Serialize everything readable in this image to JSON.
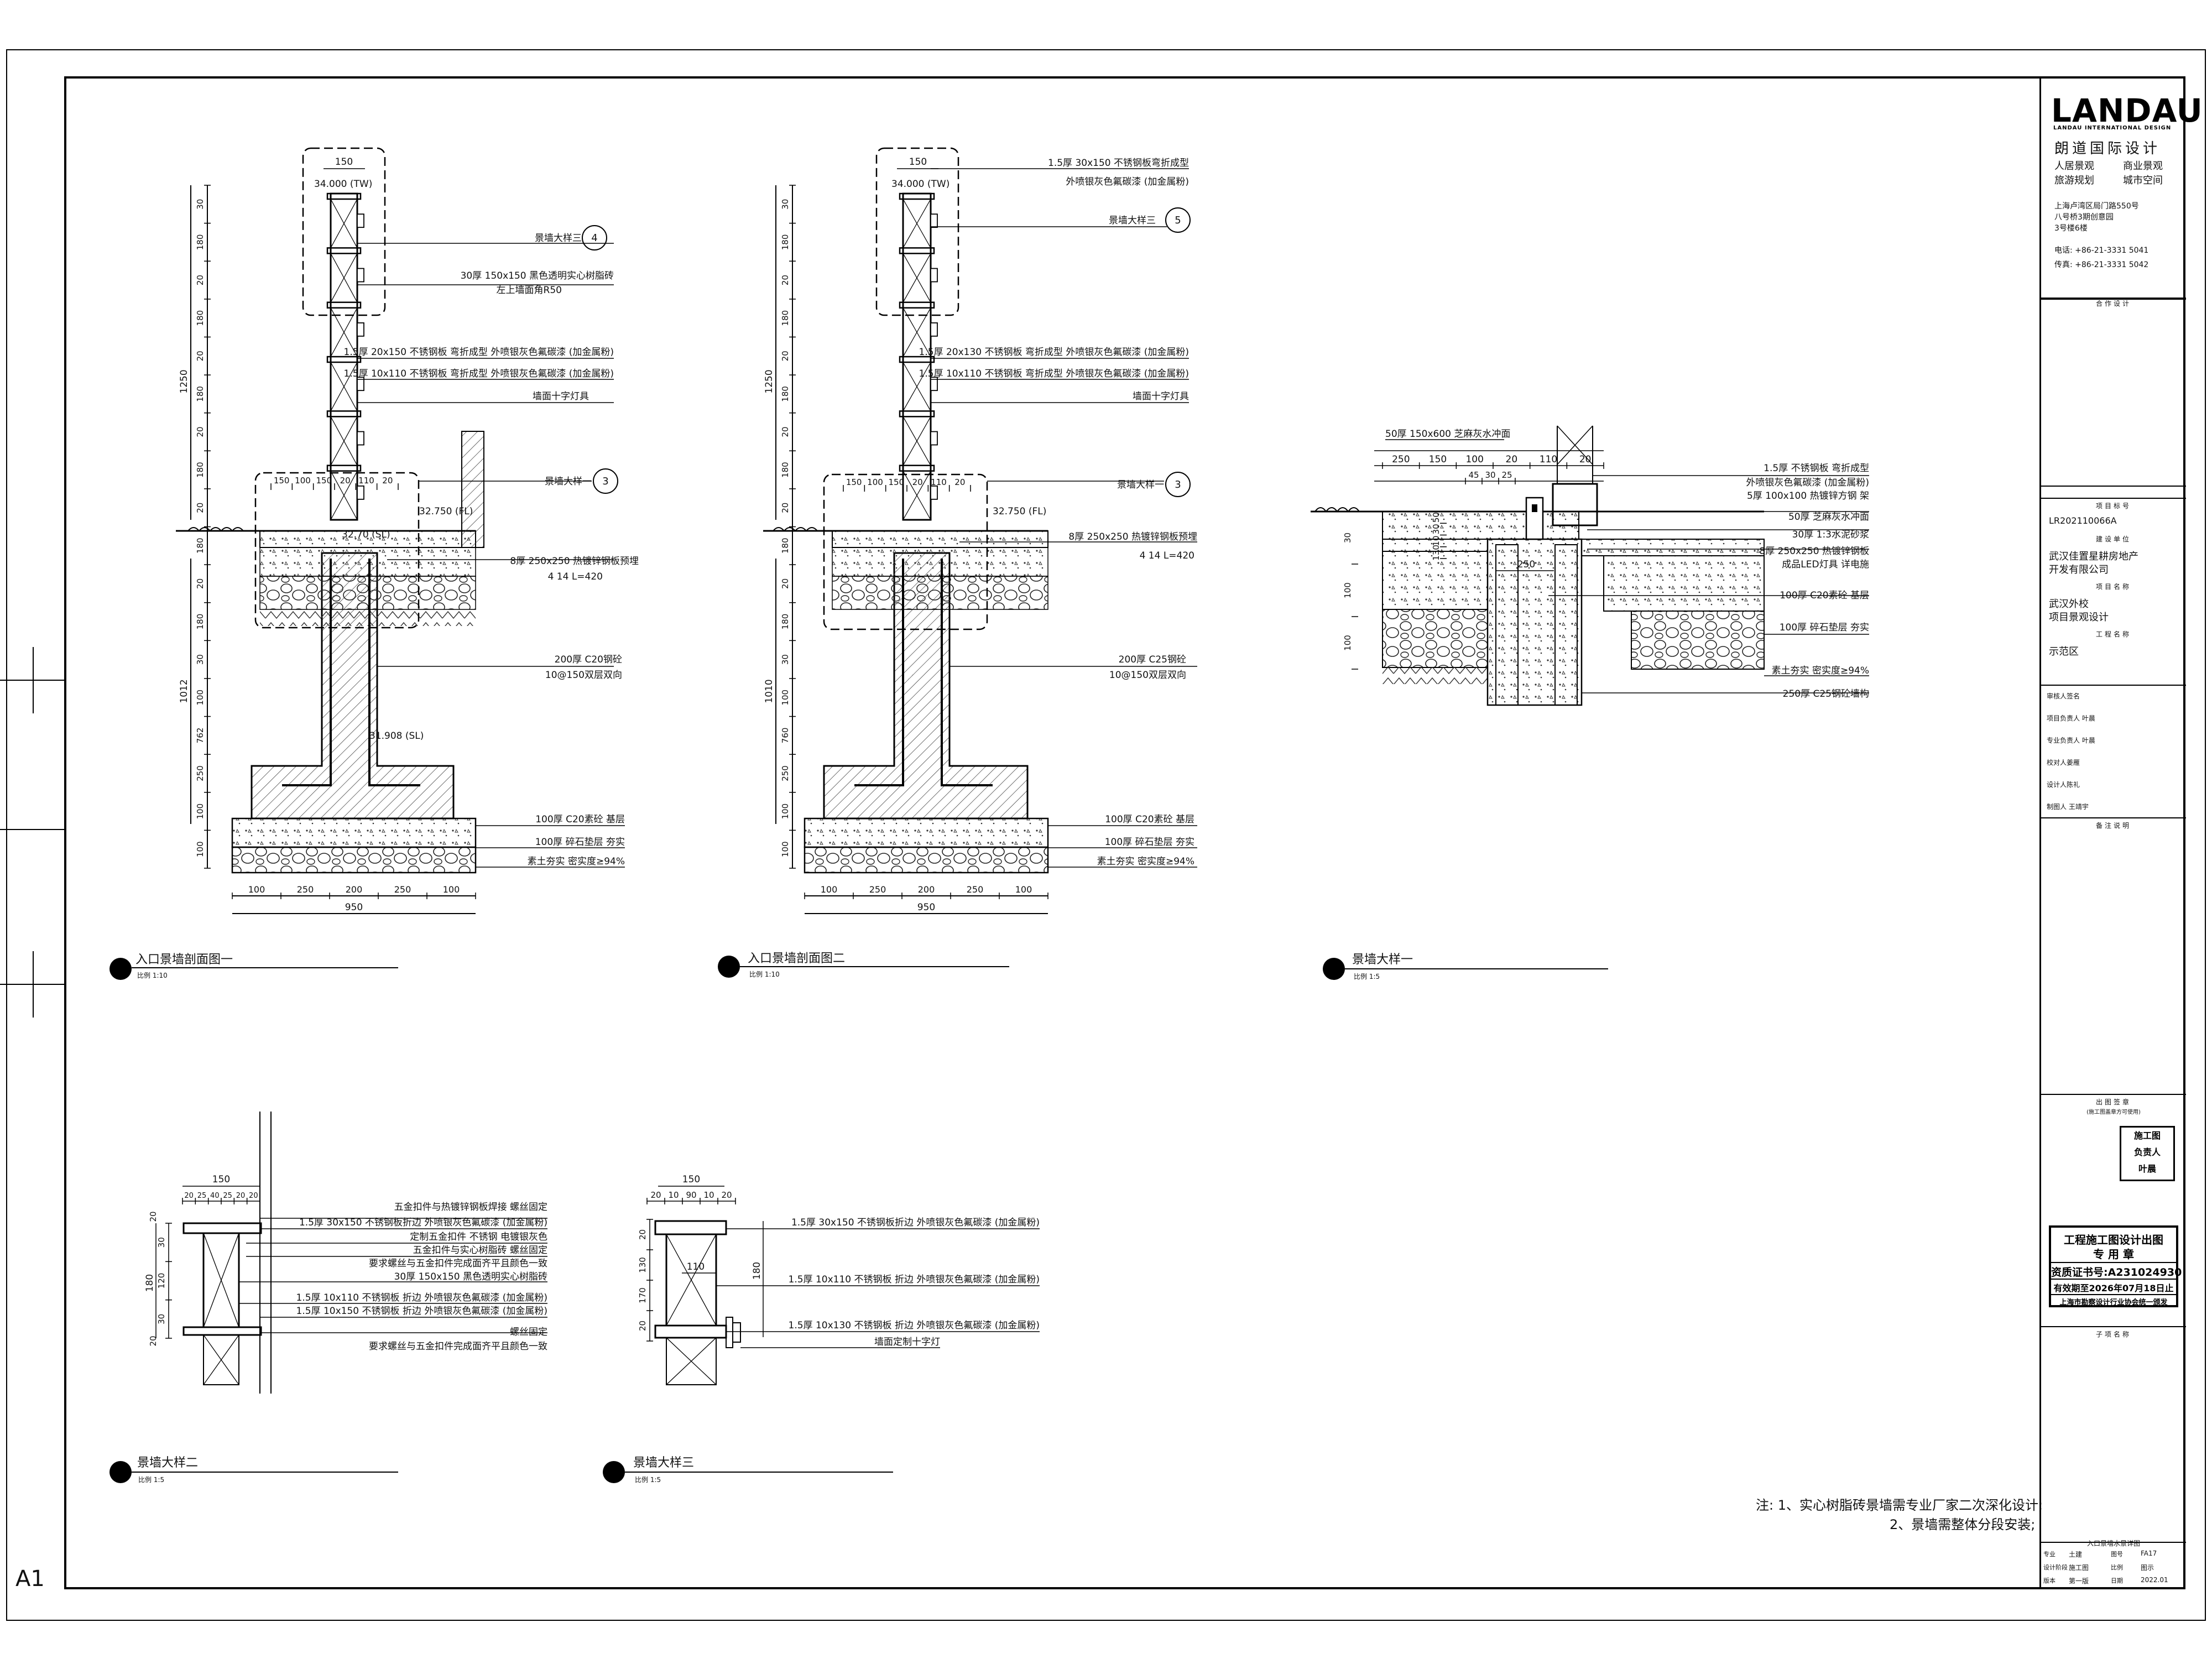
{
  "sheet_label": "A1",
  "firm": {
    "logo": "LANDAU",
    "logo_sub": "LANDAU INTERNATIONAL DESIGN",
    "name_cn": "朗道国际设计",
    "services": [
      "人居景观",
      "商业景观",
      "旅游规划",
      "城市空间"
    ],
    "address": [
      "上海卢湾区局门路550号",
      "八号桥3期创意园",
      "3号楼6楼"
    ],
    "phone": "电话: +86-21-3331 5041",
    "fax": "传真: +86-21-3331 5042"
  },
  "title_block": {
    "coop_label": "合作设计",
    "project_no_label": "项目标号",
    "project_no": "LR202110066A",
    "client_label": "建设单位",
    "client": [
      "武汉佳置星耕房地产",
      "开发有限公司"
    ],
    "project_label": "项目名称",
    "project": [
      "武汉外校",
      "项目景观设计"
    ],
    "work_label": "工程名称",
    "work": "示范区",
    "roles": [
      "审核人签名",
      "项目负责人 叶晨",
      "专业负责人 叶晨",
      "校对人姜雁",
      "设计人陈礼",
      "制图人 王靖宇"
    ],
    "remarks_label": "备注说明",
    "stamp_label": "出图签章",
    "stamp_note": "(施工图盖章方可使用)",
    "stamp": {
      "line1": "工程施工图设计出图",
      "line2": "专 用 章",
      "line3": "资质证书号:A231024930",
      "line4": "有效期至2026年07月18日止",
      "line5": "上海市勘察设计行业协会统一颁发"
    },
    "seal_chars": [
      "施工图",
      "负责人",
      "叶晨"
    ],
    "drawing_title_label": "子项名称",
    "drawing_title": "入口景墙水景详图",
    "fields": [
      {
        "k": "专业",
        "v": "土建",
        "k2": "图号",
        "v2": "FA17"
      },
      {
        "k": "设计阶段",
        "v": "施工图",
        "k2": "比例",
        "v2": "图示"
      },
      {
        "k": "版本",
        "v": "第一版",
        "k2": "日期",
        "v2": "2022.01"
      }
    ]
  },
  "notes": [
    "注: 1、实心树脂砖景墙需专业厂家二次深化设计;",
    "2、景墙需整体分段安装;"
  ],
  "views": {
    "s1": {
      "title": "入口景墙剖面图一",
      "scale": "比例 1:10",
      "top_dim": "150",
      "top_elev": "34.000 (TW)",
      "detail_ref": "景墙大样三",
      "detail_no": "4",
      "callouts": [
        "30厚 150x150 黑色透明实心树脂砖",
        "左上墙面角R50",
        "1.5厚 20x150 不锈钢板 弯折成型 外喷银灰色氟碳漆 (加金属粉)",
        "1.5厚 10x110 不锈钢板 弯折成型 外喷银灰色氟碳漆 (加金属粉)",
        "墙面十字灯具"
      ],
      "ref2": "景墙大样一",
      "ref2_no": "3",
      "elev_fl": "32.750 (FL)",
      "elev_sl": "32.70 (SL)",
      "plate": [
        "8厚 250x250 热镀锌钢板预埋",
        "4 14  L=420"
      ],
      "concrete": [
        "200厚 C20钢砼",
        "10@150双层双向"
      ],
      "base_elev": "31.908 (SL)",
      "layers": [
        "100厚 C20素砼 基层",
        "100厚 碎石垫层 夯实",
        "素土夯实 密实度≥94%"
      ],
      "left_dims": [
        "30",
        "180",
        "20",
        "180",
        "20",
        "180",
        "20",
        "180",
        "20",
        "180",
        "20",
        "180",
        "30",
        "100",
        "762",
        "250",
        "100",
        "100"
      ],
      "left_total": "1250",
      "left_mid": "1012",
      "inner_dims": [
        "150",
        "100",
        "150",
        "20",
        "110",
        "20"
      ],
      "bottom_dims": [
        "100",
        "250",
        "200",
        "250",
        "100"
      ],
      "bottom_total": "950"
    },
    "s2": {
      "title": "入口景墙剖面图二",
      "scale": "比例 1:10",
      "top_dim": "150",
      "top_elev": "34.000 (TW)",
      "detail_ref": "景墙大样三",
      "detail_no": "5",
      "callouts": [
        "1.5厚 30x150 不锈钢板弯折成型",
        "外喷银灰色氟碳漆 (加金属粉)",
        "1.5厚 20x130 不锈钢板 弯折成型 外喷银灰色氟碳漆 (加金属粉)",
        "1.5厚 10x110 不锈钢板 弯折成型 外喷银灰色氟碳漆 (加金属粉)",
        "墙面十字灯具"
      ],
      "ref2": "景墙大样一",
      "ref2_no": "3",
      "elev_fl": "32.750 (FL)",
      "plate": [
        "8厚 250x250 热镀锌钢板预埋",
        "4 14  L=420"
      ],
      "concrete": [
        "200厚 C25钢砼",
        "10@150双层双向"
      ],
      "layers": [
        "100厚 C20素砼 基层",
        "100厚 碎石垫层 夯实",
        "素土夯实 密实度≥94%"
      ],
      "left_dims": [
        "30",
        "180",
        "20",
        "180",
        "20",
        "180",
        "20",
        "180",
        "20",
        "180",
        "20",
        "180",
        "30",
        "100",
        "760",
        "250",
        "100",
        "100"
      ],
      "left_total": "1250",
      "left_mid": "1010",
      "inner_dims": [
        "150",
        "100",
        "150",
        "20",
        "110",
        "20"
      ],
      "bottom_dims": [
        "100",
        "250",
        "200",
        "250",
        "100"
      ],
      "bottom_total": "950"
    },
    "d1": {
      "title": "景墙大样一",
      "scale": "比例 1:5",
      "top_label": "50厚 150x600 芝麻灰水冲面",
      "top_dims": [
        "250",
        "150",
        "100",
        "20",
        "110",
        "20"
      ],
      "mid_dims": [
        "45",
        "30",
        "25"
      ],
      "callouts": [
        "1.5厚 不锈钢板 弯折成型",
        "外喷银灰色氟碳漆 (加金属粉)",
        "5厚 100x100 热镀锌方钢 架",
        "50厚 芝麻灰水冲面",
        "30厚 1:3水泥砂浆",
        "8厚 250x250 热镀锌钢板",
        "成品LED灯具 详电施",
        "100厚 C20素砼 基层",
        "100厚 碎石垫层 夯实",
        "素土夯实 密实度≥94%",
        "250厚 C25钢砼墙构"
      ],
      "left_dims": [
        "30",
        "100",
        "100"
      ],
      "inner_v": [
        "50",
        "30",
        "10",
        "130"
      ],
      "inner_dim": "250"
    },
    "d2": {
      "title": "景墙大样二",
      "scale": "比例 1:5",
      "top_dim": "150",
      "top_dims": [
        "20",
        "25",
        "40",
        "25",
        "20",
        "20"
      ],
      "left_dims": [
        "30",
        "120",
        "30"
      ],
      "left_total": "180",
      "left_extra": [
        "20",
        "20"
      ],
      "callouts": [
        "五金扣件与热镀锌钢板焊接 螺丝固定",
        "1.5厚 30x150 不锈钢板折边 外喷银灰色氟碳漆 (加金属粉)",
        "定制五金扣件 不锈钢 电镀银灰色",
        "五金扣件与实心树脂砖 螺丝固定",
        "要求螺丝与五金扣件完成面齐平且颜色一致",
        "30厚 150x150 黑色透明实心树脂砖",
        "1.5厚 10x110 不锈钢板 折边 外喷银灰色氟碳漆 (加金属粉)",
        "1.5厚 10x150 不锈钢板 折边 外喷银灰色氟碳漆 (加金属粉)",
        "螺丝固定",
        "要求螺丝与五金扣件完成面齐平且颜色一致"
      ]
    },
    "d3": {
      "title": "景墙大样三",
      "scale": "比例 1:5",
      "top_dim": "150",
      "top_dims": [
        "20",
        "10",
        "90",
        "10",
        "20"
      ],
      "left_dims": [
        "20",
        "130",
        "170",
        "20"
      ],
      "inner_dim": "110",
      "right_dim": "180",
      "callouts": [
        "1.5厚 30x150 不锈钢板折边 外喷银灰色氟碳漆 (加金属粉)",
        "1.5厚 10x110 不锈钢板 折边 外喷银灰色氟碳漆 (加金属粉)",
        "1.5厚 10x130 不锈钢板 折边 外喷银灰色氟碳漆 (加金属粉)",
        "墙面定制十字灯"
      ]
    }
  }
}
